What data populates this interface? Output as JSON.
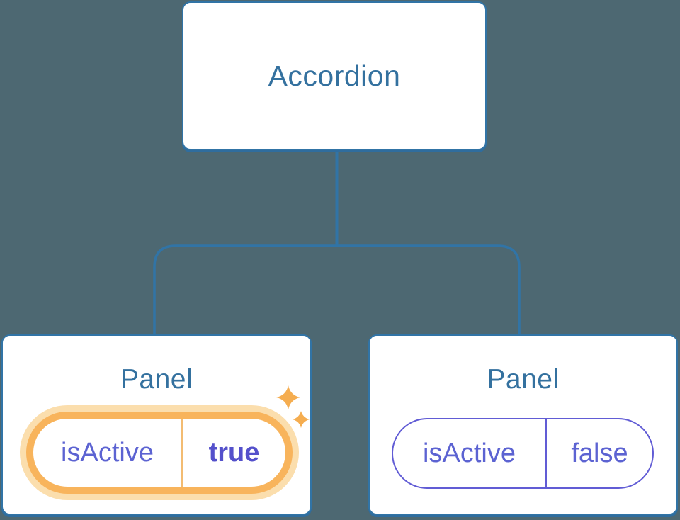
{
  "colors": {
    "c-bg": "#4D6872",
    "c-line": "#3174A6",
    "c-line-dark": "#2F6D9E",
    "c-blue-text": "#34719F",
    "c-purple": "#5C63D2",
    "c-purple-dark": "#5450CB",
    "c-purple-border": "#615CD5",
    "c-orange": "#F8B45C",
    "c-orange-halo": "#FBDEAD",
    "c-orange-div": "#F3BC72",
    "c-sparkle": "#F5AD50"
  },
  "diagram": {
    "root": {
      "label": "Accordion"
    },
    "children": [
      {
        "label": "Panel",
        "state": {
          "name": "isActive",
          "value": "true",
          "highlighted": true
        },
        "decoration": "sparkles-icon"
      },
      {
        "label": "Panel",
        "state": {
          "name": "isActive",
          "value": "false",
          "highlighted": false
        }
      }
    ]
  }
}
